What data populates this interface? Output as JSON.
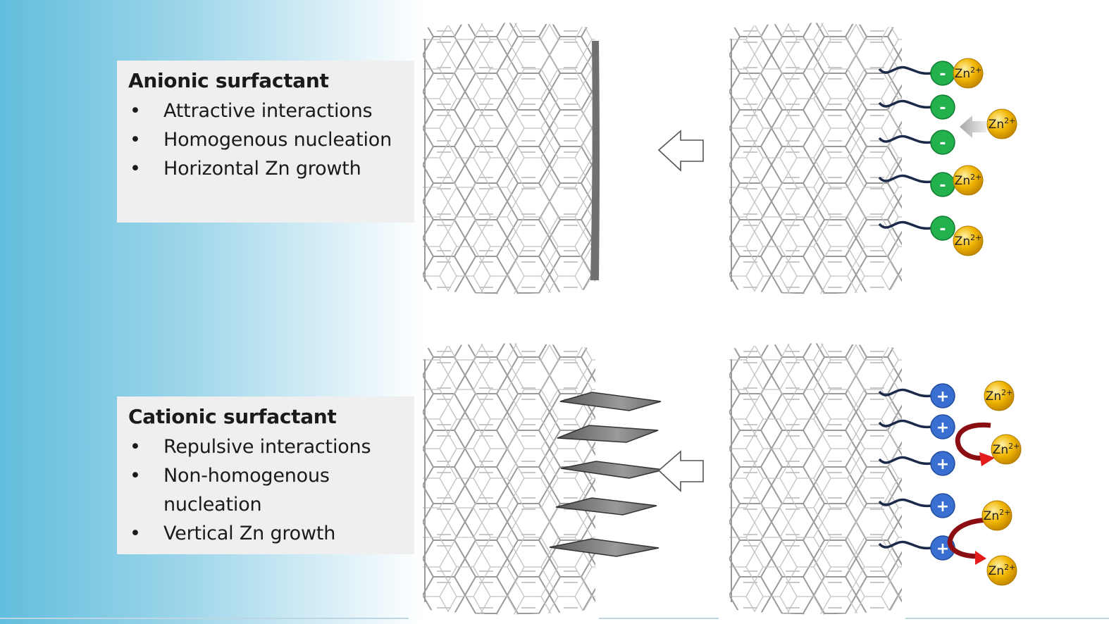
{
  "anionic": {
    "title": "Anionic surfactant",
    "points": [
      "Attractive  interactions",
      "Homogenous  nucleation",
      "Horizontal Zn growth"
    ]
  },
  "cationic": {
    "title": "Cationic surfactant",
    "points": [
      "Repulsive  interactions",
      "Non-homogenous",
      "nucleation",
      "Vertical Zn growth"
    ]
  },
  "ion": {
    "base": "Zn",
    "charge": "2+"
  },
  "signs": {
    "anion": "-",
    "cation": "+"
  },
  "colors": {
    "anion_head": "#22b14c",
    "cation_head": "#3a6fd1",
    "zinc_ion": "#f2b705",
    "tail": "#1c2a4a",
    "repulsion_arrow": "#c8101c",
    "zinc_layer": "#707070"
  },
  "icons": [
    "left-hollow-arrow-icon",
    "grey-approach-arrow-icon",
    "red-deflect-arrow-icon"
  ]
}
